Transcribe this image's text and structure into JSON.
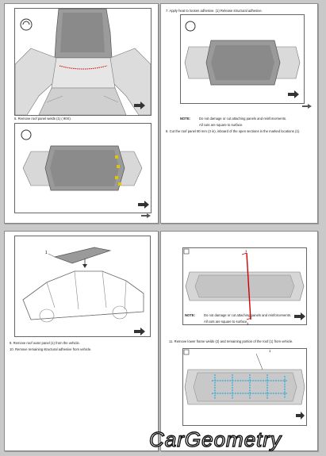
{
  "pages": {
    "top_left": {
      "caption_6": "6. Remove roof panel welds (1) ( 90X).",
      "figure_1_label": "roof-panel-top-view",
      "figure_2_label": "underbody-roof-welds-view"
    },
    "top_right": {
      "caption_7": "7. Apply heat to loosen adhesive. (1) Release structural adhesive.",
      "note_label": "NOTE:",
      "note_1": "Do not damage or cut attaching panels and reinforcements.",
      "note_2": "All cuts are square to surface.",
      "caption_8": "8. Cut the roof panel 80 mm (3 in), inboard of the open sections in the marked locations (1)."
    },
    "bottom_left": {
      "callout_1": "1",
      "caption_9": "9. Remove roof outer panel (1) from the vehicle.",
      "caption_10": "10. Remove remaining structural adhesive from vehicle."
    },
    "bottom_right": {
      "callout_a": "1",
      "callout_b": "3",
      "note_label": "NOTE:",
      "note_1": "Do not damage or cut attaching panels and reinforcements.",
      "note_2": "All cuts are square to surface.",
      "caption_11": "11. Remove lower frame welds (2) and remaining portion of the roof (1) from vehicle.",
      "callout_c": "1"
    }
  },
  "watermark": {
    "text": "CarGeometry",
    "color": "#111111"
  }
}
